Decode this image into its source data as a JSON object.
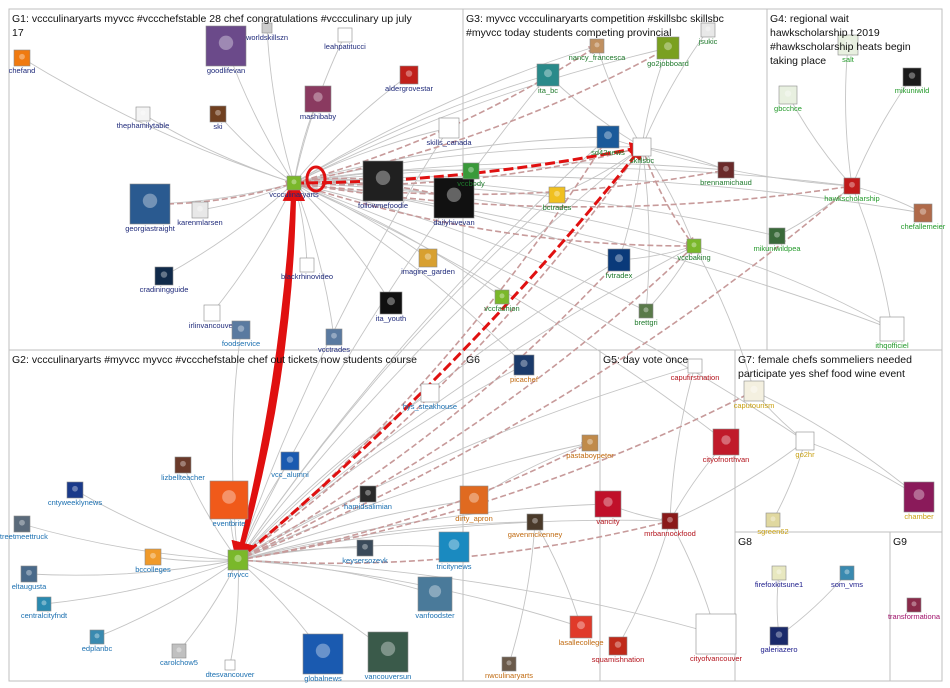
{
  "groups": [
    {
      "id": "G1",
      "label": "G1: vccculinaryarts myvcc #vccchefstable 28 chef congratulations #vccculinary up july",
      "label2": "17",
      "color": "#1f2a7a"
    },
    {
      "id": "G2",
      "label": "G2: vccculinaryarts #myvcc myvcc #vccchefstable chef out tickets now students course",
      "label2": "",
      "color": "#1a6fb0"
    },
    {
      "id": "G3",
      "label": "G3: myvcc vccculinaryarts competition #skillsbc skillsbc",
      "label2": "#myvcc today students competing provincial",
      "color": "#1f7a2c"
    },
    {
      "id": "G4",
      "label": "G4: regional wait",
      "label2": "hawkscholarship t 2019",
      "label3": "#hawkscholarship heats begin",
      "label4": "taking place",
      "color": "#239a2a"
    },
    {
      "id": "G5",
      "label": "G5: day vote once",
      "color": "#b3121b"
    },
    {
      "id": "G6",
      "label": "G6",
      "color": "#c06a10"
    },
    {
      "id": "G7",
      "label": "G7: female chefs sommeliers needed",
      "label2": "participate yes shef food wine event",
      "color": "#c8a012"
    },
    {
      "id": "G8",
      "label": "G8",
      "color": "#1a1a8a"
    },
    {
      "id": "G9",
      "label": "G9",
      "color": "#a0106a"
    }
  ],
  "nodes": [
    {
      "id": "chefand",
      "group": "G1",
      "color": "#f07a10"
    },
    {
      "id": "worldskillszn",
      "group": "G1",
      "color": "#cccccc"
    },
    {
      "id": "goodlifevan",
      "group": "G1",
      "color": "#6b4a8a"
    },
    {
      "id": "leahpatitucci",
      "group": "G1",
      "color": "#ffffff"
    },
    {
      "id": "aldergrovestar",
      "group": "G1",
      "color": "#c0201a"
    },
    {
      "id": "thephamilytable",
      "group": "G1",
      "color": "#f4f4f4"
    },
    {
      "id": "ski",
      "group": "G1",
      "color": "#704020"
    },
    {
      "id": "mashibaby",
      "group": "G1",
      "color": "#8a3a60"
    },
    {
      "id": "skills_canada",
      "group": "G1",
      "color": "#ffffff"
    },
    {
      "id": "vccculinaryarts",
      "group": "G1",
      "color": "#7ab82a"
    },
    {
      "id": "followmefoodie",
      "group": "G1",
      "color": "#202020"
    },
    {
      "id": "georgiastraight",
      "group": "G1",
      "color": "#2a5a90"
    },
    {
      "id": "karenmlarsen",
      "group": "G1",
      "color": "#e8e8e8"
    },
    {
      "id": "dailyhivevan",
      "group": "G1",
      "color": "#111111"
    },
    {
      "id": "cradiningguide",
      "group": "G1",
      "color": "#102a4a"
    },
    {
      "id": "blackrhinovideo",
      "group": "G1",
      "color": "#ffffff"
    },
    {
      "id": "imagine_garden",
      "group": "G1",
      "color": "#d8a030"
    },
    {
      "id": "irlinvancouver",
      "group": "G1",
      "color": "#ffffff"
    },
    {
      "id": "ita_youth",
      "group": "G1",
      "color": "#101010"
    },
    {
      "id": "vcctrades",
      "group": "G1",
      "color": "#5a7aa0"
    },
    {
      "id": "nancy_francesca",
      "group": "G3",
      "color": "#c09060"
    },
    {
      "id": "jsukic",
      "group": "G3",
      "color": "#e8e8e8"
    },
    {
      "id": "go2jobboard",
      "group": "G3",
      "color": "#7aa020"
    },
    {
      "id": "ita_bc",
      "group": "G3",
      "color": "#2a8a8a"
    },
    {
      "id": "sd42news",
      "group": "G3",
      "color": "#1a5a9a"
    },
    {
      "id": "skillsbc",
      "group": "G3",
      "color": "#ffffff"
    },
    {
      "id": "brennamichaud",
      "group": "G3",
      "color": "#6a2a2a"
    },
    {
      "id": "bctrades",
      "group": "G3",
      "color": "#f0c020"
    },
    {
      "id": "fvtradex",
      "group": "G3",
      "color": "#0a3a7a"
    },
    {
      "id": "vccbaking",
      "group": "G3",
      "color": "#7ab82a"
    },
    {
      "id": "vccfashion",
      "group": "G3",
      "color": "#7ab82a"
    },
    {
      "id": "brettgri",
      "group": "G3",
      "color": "#5a7a4a"
    },
    {
      "id": "vccbody",
      "group": "G3",
      "color": "#3a9a3a"
    },
    {
      "id": "salt",
      "group": "G4",
      "color": "#e8f0e0"
    },
    {
      "id": "mikuniwild",
      "group": "G4",
      "color": "#1a1a1a"
    },
    {
      "id": "gbcchce",
      "group": "G4",
      "color": "#e8f0e0"
    },
    {
      "id": "hawkscholarship",
      "group": "G4",
      "color": "#c01a1a"
    },
    {
      "id": "chefallemeier",
      "group": "G4",
      "color": "#b06a4a"
    },
    {
      "id": "mikuniwildpea",
      "group": "G4",
      "color": "#3a6a3a"
    },
    {
      "id": "ithqofficiel",
      "group": "G4",
      "color": "#ffffff"
    },
    {
      "id": "foodservice",
      "group": "G2",
      "color": "#5a7aa0"
    },
    {
      "id": "hys_steakhouse",
      "group": "G2",
      "color": "#ffffff"
    },
    {
      "id": "lizbellteacher",
      "group": "G2",
      "color": "#6a3a2a"
    },
    {
      "id": "vcc_alumni",
      "group": "G2",
      "color": "#1a5ab0"
    },
    {
      "id": "cntyweeklynews",
      "group": "G2",
      "color": "#1a3a8a"
    },
    {
      "id": "eventbrite",
      "group": "G2",
      "color": "#f05a1a"
    },
    {
      "id": "hamidsalimian",
      "group": "G2",
      "color": "#2a2a2a"
    },
    {
      "id": "streetmeettruck",
      "group": "G2",
      "color": "#5a6a7a"
    },
    {
      "id": "bccolleges",
      "group": "G2",
      "color": "#f09a2a"
    },
    {
      "id": "myvcc",
      "group": "G2",
      "color": "#7ab82a"
    },
    {
      "id": "keysersozevk",
      "group": "G2",
      "color": "#3a4a5a"
    },
    {
      "id": "tricitynews",
      "group": "G2",
      "color": "#1a8ac0"
    },
    {
      "id": "eltaugusta",
      "group": "G2",
      "color": "#4a6a8a"
    },
    {
      "id": "centralcityfndt",
      "group": "G2",
      "color": "#2a8ab0"
    },
    {
      "id": "dirty_apron",
      "group": "G6",
      "color": "#e06a20"
    },
    {
      "id": "vanfoodster",
      "group": "G2",
      "color": "#4a7a9a"
    },
    {
      "id": "edplanbc",
      "group": "G2",
      "color": "#3a8ab0"
    },
    {
      "id": "carolchow5",
      "group": "G2",
      "color": "#c0c0c0"
    },
    {
      "id": "globalnews",
      "group": "G2",
      "color": "#1a5ab0"
    },
    {
      "id": "vancouversun",
      "group": "G2",
      "color": "#3a5a4a"
    },
    {
      "id": "dtesvancouver",
      "group": "G2",
      "color": "#ffffff"
    },
    {
      "id": "picachef",
      "group": "G6",
      "color": "#1a3a6a"
    },
    {
      "id": "pastaboypeter",
      "group": "G6",
      "color": "#c08a4a"
    },
    {
      "id": "gavenmckenney",
      "group": "G6",
      "color": "#4a3a2a"
    },
    {
      "id": "lasallecollege",
      "group": "G6",
      "color": "#e03a2a"
    },
    {
      "id": "nwculinaryarts",
      "group": "G6",
      "color": "#6a5a4a"
    },
    {
      "id": "capufirstnation",
      "group": "G5",
      "color": "#ffffff"
    },
    {
      "id": "cityofnorthvan",
      "group": "G5",
      "color": "#c01a2a"
    },
    {
      "id": "vancity",
      "group": "G5",
      "color": "#c0102a"
    },
    {
      "id": "mrbannockfood",
      "group": "G5",
      "color": "#8a1a1a"
    },
    {
      "id": "squamishnation",
      "group": "G5",
      "color": "#c02a1a"
    },
    {
      "id": "cityofvancouver",
      "group": "G5",
      "color": "#ffffff"
    },
    {
      "id": "caputourism",
      "group": "G7",
      "color": "#f4f0e0"
    },
    {
      "id": "go2hr",
      "group": "G7",
      "color": "#ffffff"
    },
    {
      "id": "chamber",
      "group": "G7",
      "color": "#8a1a5a"
    },
    {
      "id": "sgreen62",
      "group": "G7",
      "color": "#e0d8a0"
    },
    {
      "id": "firefoxkitsune1",
      "group": "G8",
      "color": "#e8e8c0"
    },
    {
      "id": "som_vms",
      "group": "G8",
      "color": "#3a8ab0"
    },
    {
      "id": "galeriazero",
      "group": "G8",
      "color": "#1a2a6a"
    },
    {
      "id": "transformationa",
      "group": "G9",
      "color": "#8a2a4a"
    }
  ]
}
